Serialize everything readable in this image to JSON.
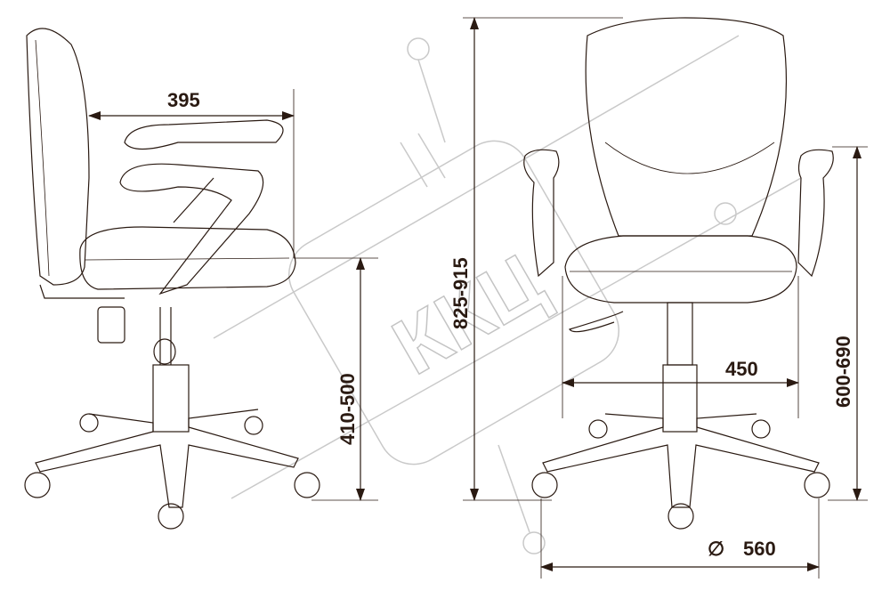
{
  "dimensions": {
    "side_depth": "395",
    "seat_height": "410-500",
    "total_height": "825-915",
    "seat_width": "450",
    "armrest_height": "600-690",
    "base_diameter_symbol": "∅",
    "base_diameter": "560"
  },
  "watermark": "ККЦ",
  "colors": {
    "line": "#2a1a12",
    "watermark": "#c4c4c4"
  }
}
